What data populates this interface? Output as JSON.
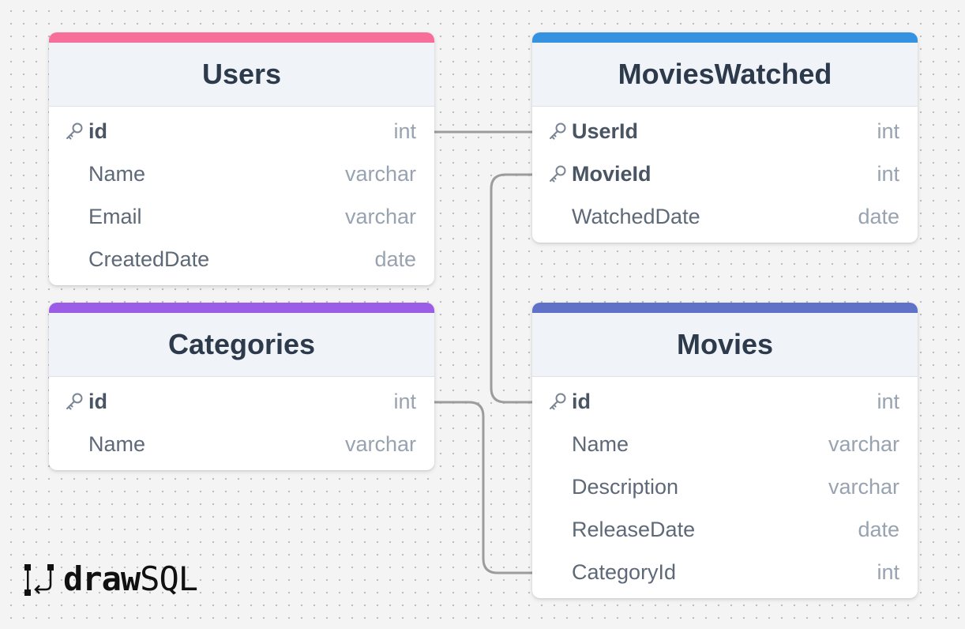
{
  "colors": {
    "users_accent": "#f76e9a",
    "categories_accent": "#9b5de5",
    "movies_watched_accent": "#3592e0",
    "movies_accent": "#5f72c8",
    "connector": "#9c9c9c"
  },
  "tables": {
    "users": {
      "title": "Users",
      "rows": [
        {
          "name": "id",
          "type": "int",
          "key": true
        },
        {
          "name": "Name",
          "type": "varchar",
          "key": false
        },
        {
          "name": "Email",
          "type": "varchar",
          "key": false
        },
        {
          "name": "CreatedDate",
          "type": "date",
          "key": false
        }
      ]
    },
    "categories": {
      "title": "Categories",
      "rows": [
        {
          "name": "id",
          "type": "int",
          "key": true
        },
        {
          "name": "Name",
          "type": "varchar",
          "key": false
        }
      ]
    },
    "movies_watched": {
      "title": "MoviesWatched",
      "rows": [
        {
          "name": "UserId",
          "type": "int",
          "key": true
        },
        {
          "name": "MovieId",
          "type": "int",
          "key": true
        },
        {
          "name": "WatchedDate",
          "type": "date",
          "key": false
        }
      ]
    },
    "movies": {
      "title": "Movies",
      "rows": [
        {
          "name": "id",
          "type": "int",
          "key": true
        },
        {
          "name": "Name",
          "type": "varchar",
          "key": false
        },
        {
          "name": "Description",
          "type": "varchar",
          "key": false
        },
        {
          "name": "ReleaseDate",
          "type": "date",
          "key": false
        },
        {
          "name": "CategoryId",
          "type": "int",
          "key": false
        }
      ]
    }
  },
  "logo": {
    "bold_text": "draw",
    "light_text": "SQL",
    "icon": "drawsql-logo-icon"
  },
  "icons": {
    "primary_key": "key-icon"
  }
}
